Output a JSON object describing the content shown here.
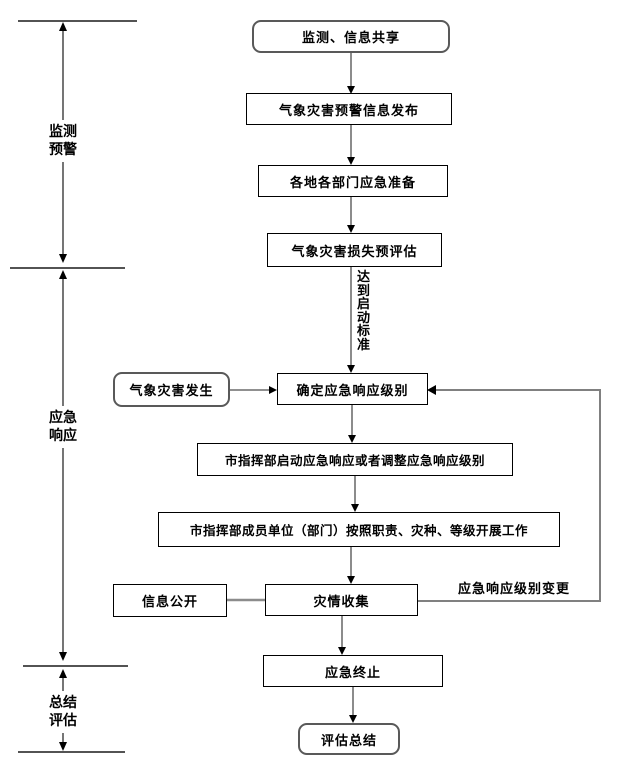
{
  "diagram": {
    "type": "flowchart",
    "language": "zh-CN",
    "colors": {
      "background": "#ffffff",
      "box_border": "#000000",
      "rounded_box_border": "#595959",
      "connector_line": "#4d4d4d",
      "feedback_line": "#808080",
      "arrowhead": "#000000",
      "text": "#000000"
    },
    "phases": [
      {
        "name": "monitoring-warning",
        "lines": [
          "监测",
          "预警"
        ]
      },
      {
        "name": "emergency-response",
        "lines": [
          "应急",
          "响应"
        ]
      },
      {
        "name": "summary-evaluation",
        "lines": [
          "总结",
          "评估"
        ]
      }
    ],
    "nodes": [
      {
        "id": "monitor-info-share",
        "shape": "rounded",
        "label": "监测、信息共享"
      },
      {
        "id": "warning-info-release",
        "shape": "rect",
        "label": "气象灾害预警信息发布"
      },
      {
        "id": "emergency-preparation",
        "shape": "rect",
        "label": "各地各部门应急准备"
      },
      {
        "id": "loss-pre-assessment",
        "shape": "rect",
        "label": "气象灾害损失预评估"
      },
      {
        "id": "determine-response-level",
        "shape": "rect",
        "label": "确定应急响应级别"
      },
      {
        "id": "disaster-occurs",
        "shape": "rounded",
        "label": "气象灾害发生"
      },
      {
        "id": "hq-start-adjust-response",
        "shape": "rect",
        "label": "市指挥部启动应急响应或者调整应急响应级别"
      },
      {
        "id": "member-units-work",
        "shape": "rect",
        "label": "市指挥部成员单位（部门）按照职责、灾种、等级开展工作"
      },
      {
        "id": "info-disclosure",
        "shape": "rect",
        "label": "信息公开"
      },
      {
        "id": "disaster-info-collection",
        "shape": "rect",
        "label": "灾情收集"
      },
      {
        "id": "emergency-termination",
        "shape": "rect",
        "label": "应急终止"
      },
      {
        "id": "evaluation-summary",
        "shape": "rounded",
        "label": "评估总结"
      }
    ],
    "edge_labels": {
      "reach_threshold": "达到启动标准",
      "level_change": "应急响应级别变更"
    }
  }
}
